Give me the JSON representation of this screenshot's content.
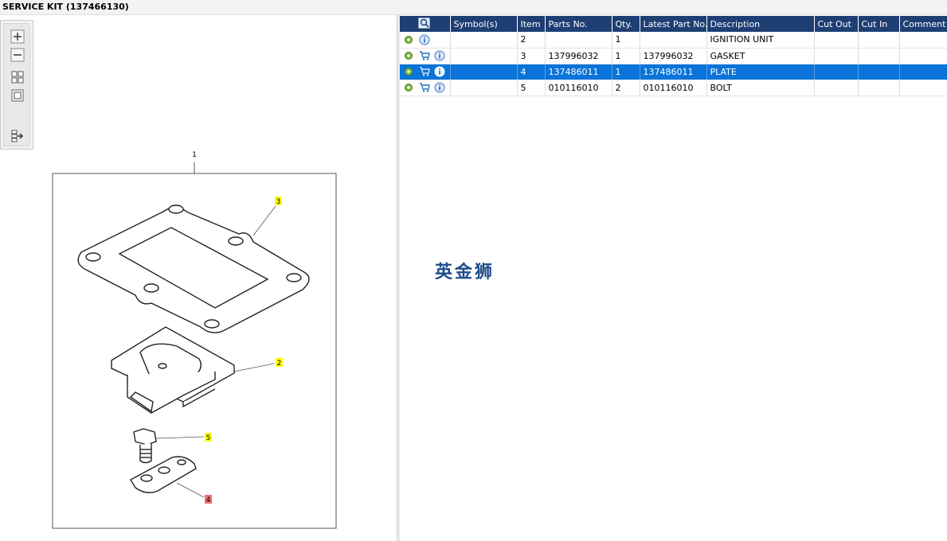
{
  "window": {
    "title": "SERVICE KIT (137466130)"
  },
  "toolbar": {
    "buttons": [
      {
        "name": "zoom-in-icon"
      },
      {
        "name": "zoom-out-icon"
      },
      {
        "name": "fit-all-icon"
      },
      {
        "name": "fit-window-icon"
      },
      {
        "name": "export-icon"
      }
    ]
  },
  "drawing": {
    "main_label": "1",
    "callouts": [
      {
        "label": "3",
        "color": "#ffff00"
      },
      {
        "label": "2",
        "color": "#ffff00"
      },
      {
        "label": "5",
        "color": "#ffff00"
      },
      {
        "label": "4",
        "color": "#f07070"
      }
    ]
  },
  "table": {
    "columns": [
      "",
      "Symbol(s)",
      "Item",
      "Parts No.",
      "Qty.",
      "Latest Part No.",
      "Description",
      "Cut Out",
      "Cut In",
      "Comment"
    ],
    "rows": [
      {
        "item": "2",
        "parts_no": "",
        "qty": "1",
        "latest": "",
        "description": "IGNITION UNIT",
        "cart": false
      },
      {
        "item": "3",
        "parts_no": "137996032",
        "qty": "1",
        "latest": "137996032",
        "description": "GASKET",
        "cart": true
      },
      {
        "item": "4",
        "parts_no": "137486011",
        "qty": "1",
        "latest": "137486011",
        "description": "PLATE",
        "cart": true
      },
      {
        "item": "5",
        "parts_no": "010116010",
        "qty": "2",
        "latest": "010116010",
        "description": "BOLT",
        "cart": true
      }
    ],
    "selected_row": 2
  },
  "watermark": "英金狮",
  "colors": {
    "header": "#1e3f73",
    "selected": "#0a74d8",
    "callout_yellow": "#ffff00",
    "callout_red": "#f07070"
  }
}
